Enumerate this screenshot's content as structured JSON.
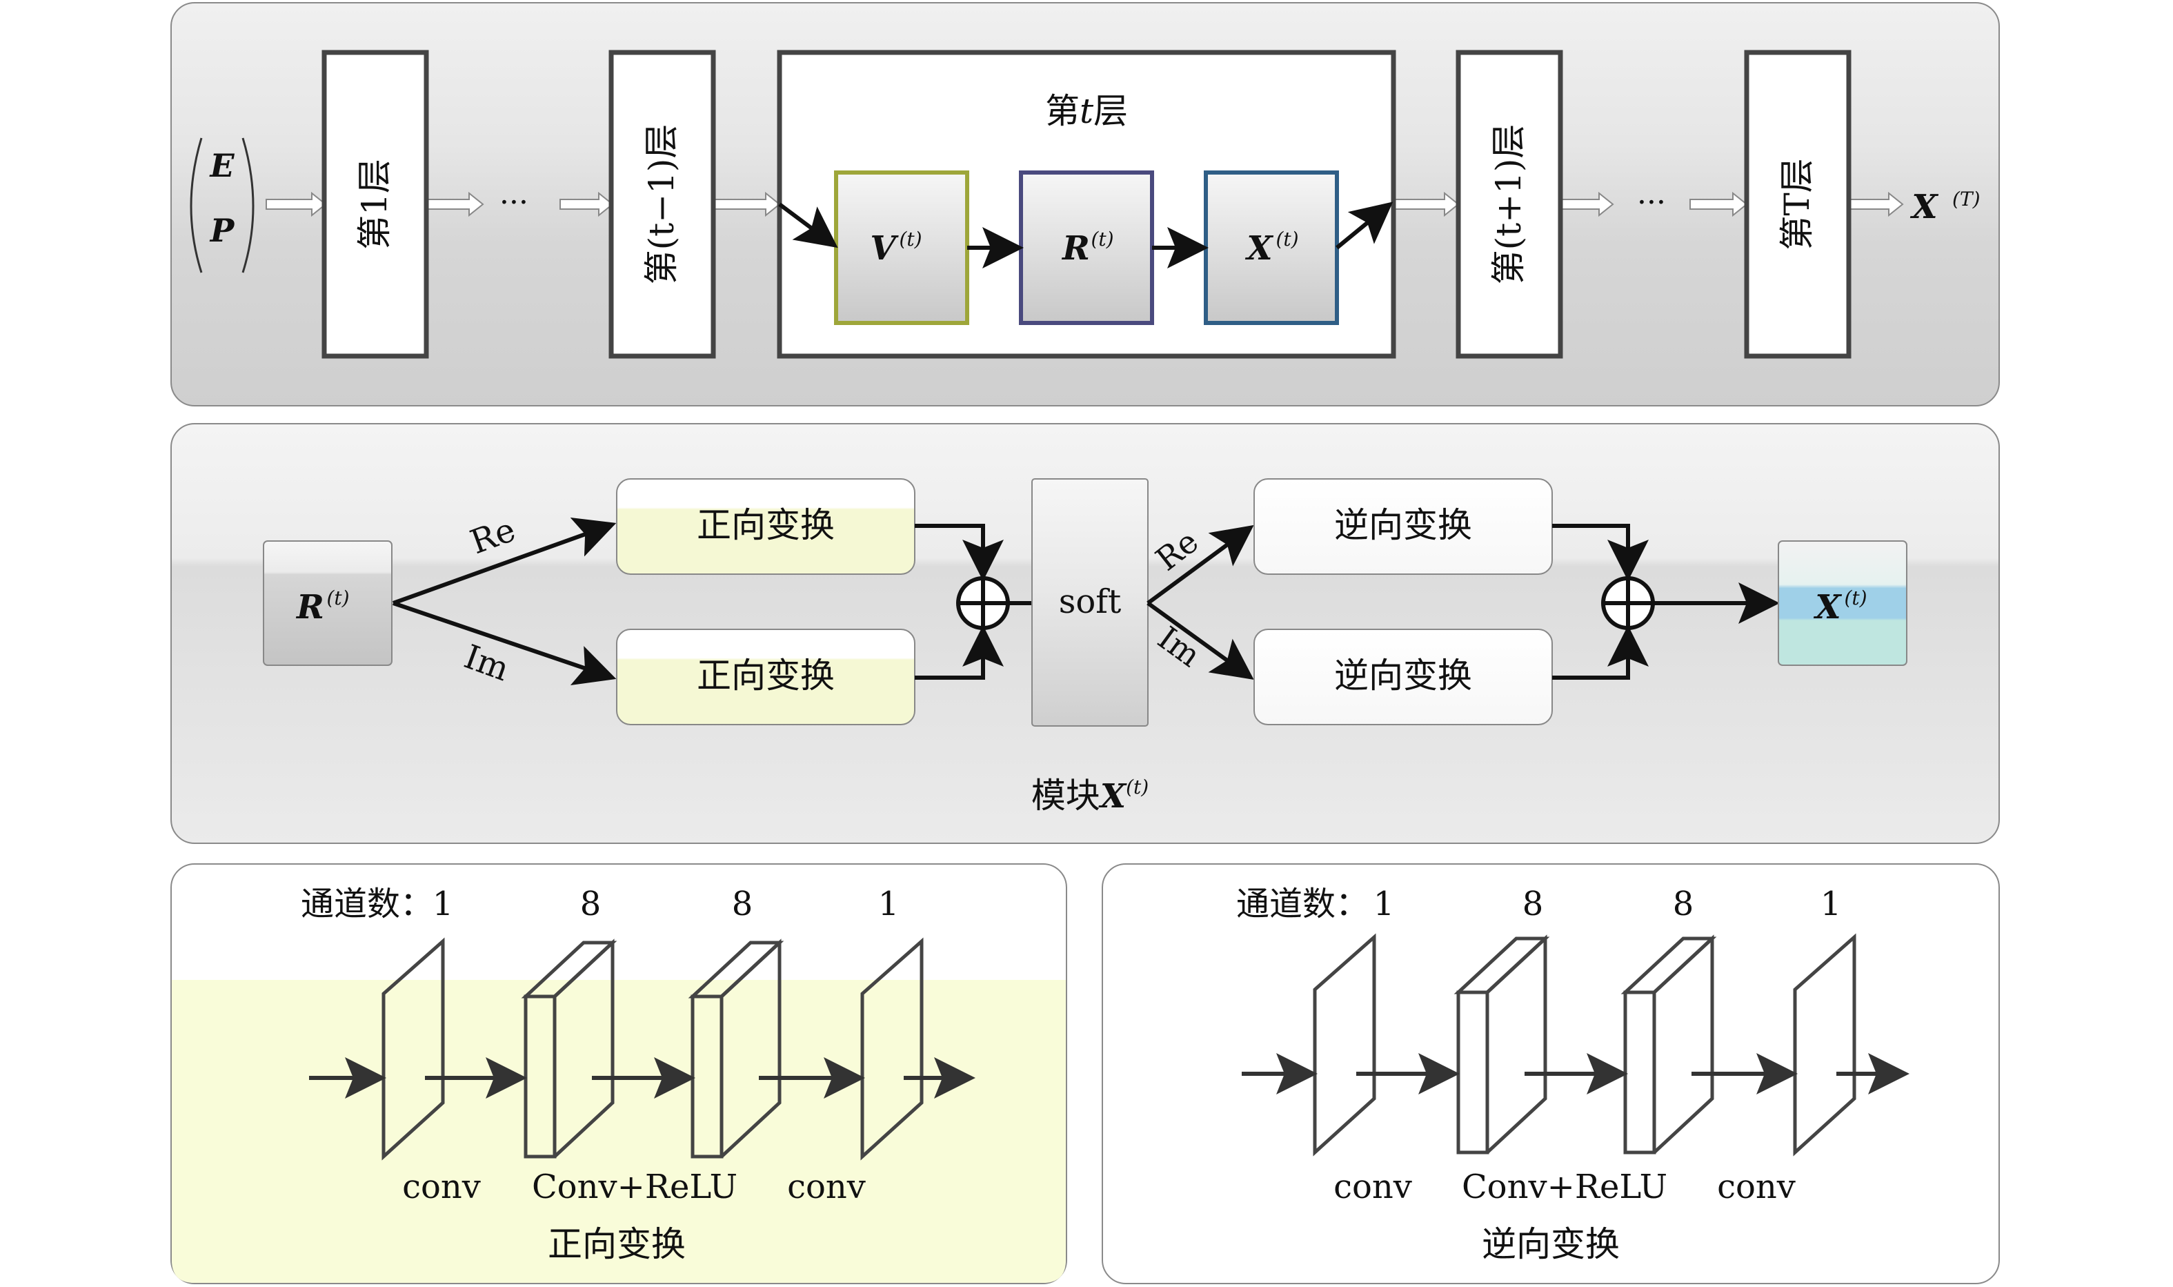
{
  "top": {
    "input_e": "E",
    "input_p": "P",
    "layer1_label": "第1层",
    "ellipsis": "···",
    "layer_tminus1_label": "第(t−1)层",
    "layer_t_title_pre": "第",
    "layer_t_title_var": "t",
    "layer_t_title_post": "层",
    "v_base": "V",
    "r_base": "R",
    "x_base": "X",
    "sup_t": "(t)",
    "layer_tplus1_label": "第(t+1)层",
    "layer_T_label": "第T层",
    "out_base": "X",
    "out_sup": "(T)"
  },
  "middle": {
    "input_base": "R",
    "sup_t": "(t)",
    "re_label": "Re",
    "im_label": "Im",
    "forward_top": "正向变换",
    "forward_bottom": "正向变换",
    "soft_label": "soft",
    "re_label2": "Re",
    "im_label2": "Im",
    "inverse_top": "逆向变换",
    "inverse_bottom": "逆向变换",
    "output_base": "X",
    "caption_pre": "模块",
    "caption_base": "X"
  },
  "bottom_left": {
    "channels_label": "通道数：",
    "ch1": "1",
    "ch2": "8",
    "ch3": "8",
    "ch4": "1",
    "op1": "conv",
    "op2": "Conv+ReLU",
    "op3": "conv",
    "caption": "正向变换"
  },
  "bottom_right": {
    "channels_label": "通道数：",
    "ch1": "1",
    "ch2": "8",
    "ch3": "8",
    "ch4": "1",
    "op1": "conv",
    "op2": "Conv+ReLU",
    "op3": "conv",
    "caption": "逆向变换"
  },
  "colors": {
    "panel_bg": "#e6e6e6",
    "panel_band": "#d2d2d2",
    "forward_fill": "#f5f8d4",
    "v_border": "#9ea63a",
    "r_border": "#4a4a7e",
    "x_border": "#2f5e86",
    "x_fill": "#bfe6e0",
    "x_band": "#9fd0e8"
  }
}
